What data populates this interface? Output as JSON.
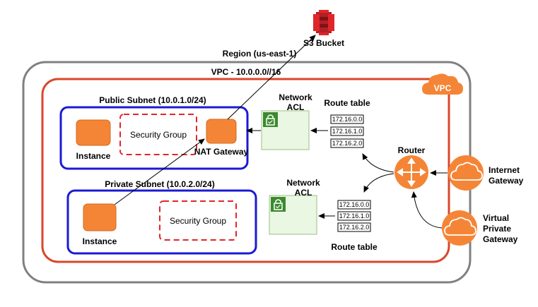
{
  "s3": {
    "label": "S3 Bucket"
  },
  "region": {
    "label": "Region (us-east-1)"
  },
  "vpc": {
    "label": "VPC - 10.0.0.0//16",
    "badge": "VPC"
  },
  "public_subnet": {
    "label": "Public Subnet (10.0.1.0/24)",
    "instance_label": "Instance",
    "security_group_label": "Security Group",
    "nat_label": "NAT Gateway"
  },
  "private_subnet": {
    "label": "Private Subnet (10.0.2.0/24)",
    "instance_label": "Instance",
    "security_group_label": "Security Group"
  },
  "network_acl_top": {
    "line1": "Network",
    "line2": "ACL"
  },
  "network_acl_bottom": {
    "line1": "Network",
    "line2": "ACL"
  },
  "route_table_top": {
    "label": "Route table",
    "rows": [
      "172.16.0.0",
      "172.16.1.0",
      "172.16.2.0"
    ]
  },
  "route_table_bottom": {
    "label": "Route table",
    "rows": [
      "172.16.0.0",
      "172.16.1.0",
      "172.16.2.0"
    ]
  },
  "router": {
    "label": "Router"
  },
  "internet_gateway": {
    "line1": "Internet",
    "line2": "Gateway"
  },
  "virtual_private_gateway": {
    "line1": "Virtual",
    "line2": "Private",
    "line3": "Gateway"
  },
  "colors": {
    "region_border": "#808080",
    "vpc_border": "#d9472b",
    "subnet_border": "#1a1ad6",
    "security_group_border": "#e0262b",
    "instance_fill": "#f58536",
    "acl_fill": "#eaf7e2",
    "acl_icon": "#3c8a2e",
    "s3_fill": "#e0262b"
  }
}
